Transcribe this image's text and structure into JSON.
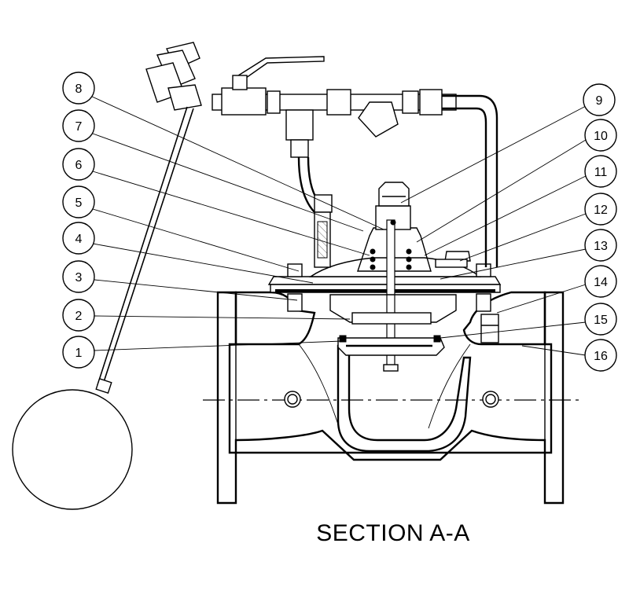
{
  "title": "SECTION A-A",
  "callouts": {
    "left": [
      "8",
      "7",
      "6",
      "5",
      "4",
      "3",
      "2",
      "1"
    ],
    "right": [
      "9",
      "10",
      "11",
      "12",
      "13",
      "14",
      "15",
      "16"
    ]
  },
  "colors": {
    "line": "#000000",
    "background": "#ffffff"
  }
}
